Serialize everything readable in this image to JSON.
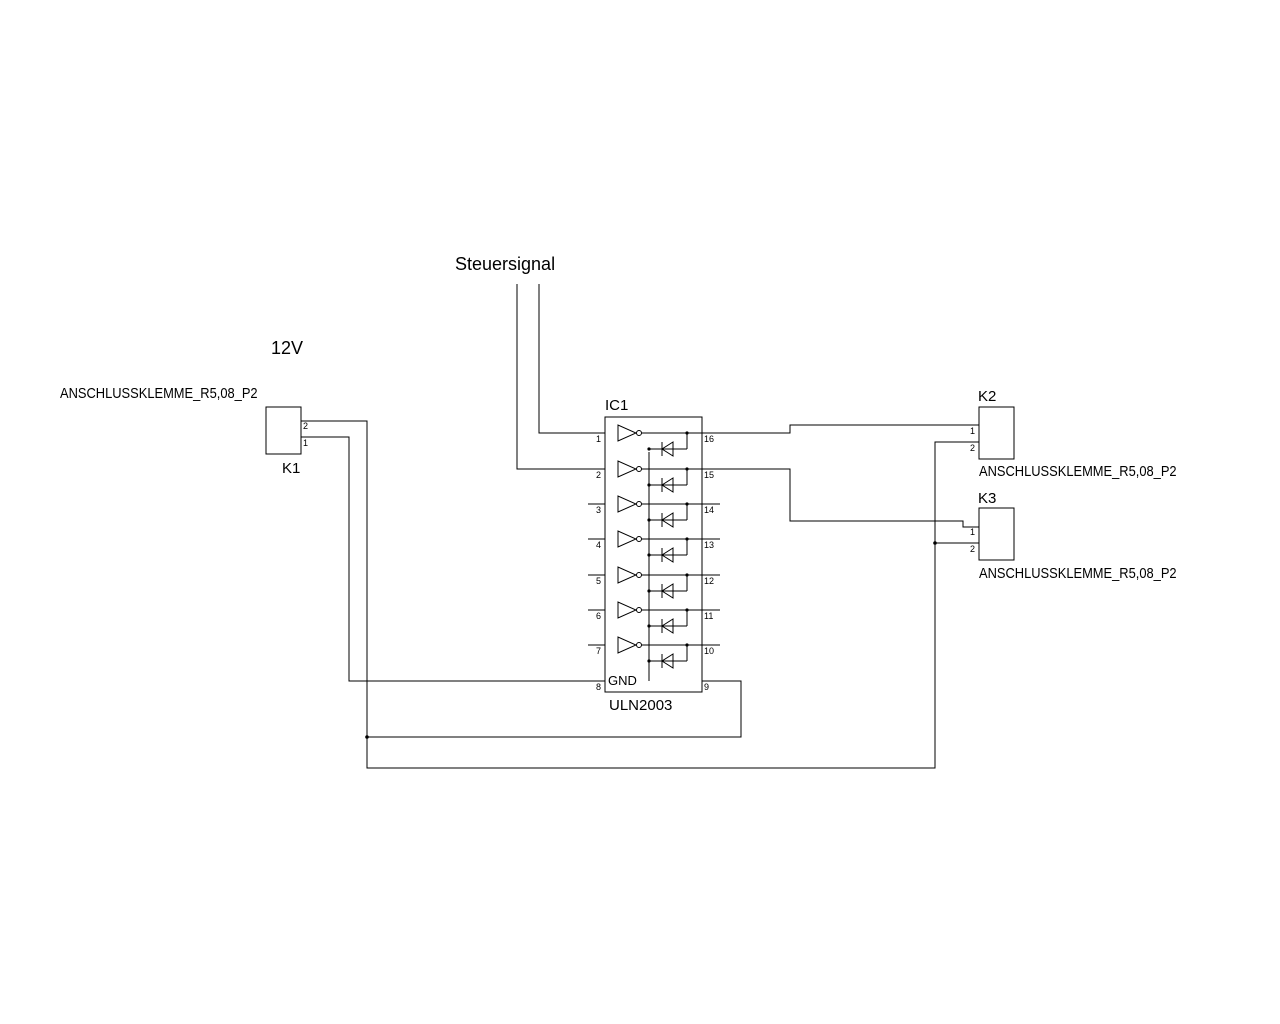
{
  "labels": {
    "control_signal": "Steuersignal",
    "supply": "12V"
  },
  "k1": {
    "ref": "K1",
    "part": "ANSCHLUSSKLEMME_R5,08_P2",
    "pin_top": "2",
    "pin_bottom": "1"
  },
  "k2": {
    "ref": "K2",
    "part": "ANSCHLUSSKLEMME_R5,08_P2",
    "pin_top": "1",
    "pin_bottom": "2"
  },
  "k3": {
    "ref": "K3",
    "part": "ANSCHLUSSKLEMME_R5,08_P2",
    "pin_top": "1",
    "pin_bottom": "2"
  },
  "ic1": {
    "ref": "IC1",
    "part": "ULN2003",
    "gnd_label": "GND",
    "left_pins": [
      "1",
      "2",
      "3",
      "4",
      "5",
      "6",
      "7",
      "8"
    ],
    "right_pins": [
      "16",
      "15",
      "14",
      "13",
      "12",
      "11",
      "10",
      "9"
    ]
  }
}
